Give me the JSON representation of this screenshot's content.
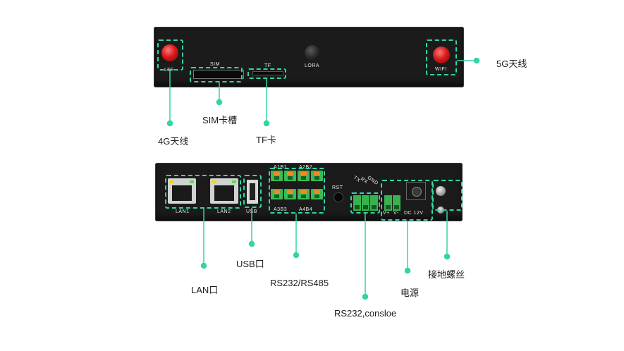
{
  "panel_top": {
    "port_labels": {
      "lte": "LTE",
      "sim": "SIM",
      "tf": "TF",
      "lora": "LORA",
      "wifi": "WIFI"
    }
  },
  "panel_bottom": {
    "port_labels": {
      "lan1": "LAN1",
      "lan2": "LAN2",
      "usb": "USB",
      "rst": "RST",
      "a1b1": "A1B1",
      "a2b2": "A2B2",
      "a3b3": "A3B3",
      "a4b4": "A4B4",
      "tx": "TX",
      "rx": "RX",
      "gnd": "GND",
      "vplus": "V+",
      "vminus": "V-",
      "dc": "DC 12V"
    }
  },
  "callouts": {
    "antenna_4g": "4G天线",
    "sim_slot": "SIM卡槽",
    "tf_card": "TF卡",
    "antenna_5g": "5G天线",
    "lan_port": "LAN口",
    "usb_port": "USB口",
    "rs232_rs485": "RS232/RS485",
    "rs232_console": "RS232,consloe",
    "power": "电源",
    "ground_screw": "接地螺丝"
  },
  "colors": {
    "highlight": "#33d4a6",
    "panel": "#1b1b1b"
  }
}
